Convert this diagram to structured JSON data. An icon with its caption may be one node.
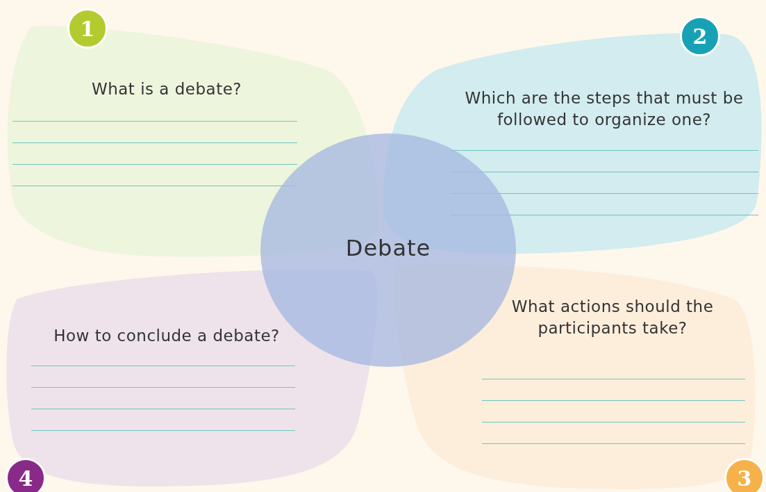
{
  "diagram": {
    "nodes": [
      {
        "text": [
          "1"
        ]
      },
      {
        "text": [
          "What is a debate?"
        ]
      },
      {
        "text": [
          "2"
        ]
      },
      {
        "text": [
          "Which are the steps that must be followed to organize one?"
        ]
      },
      {
        "text": [
          "Debate"
        ]
      },
      {
        "text": [
          "What actions should the participants take?"
        ]
      },
      {
        "text": [
          "How to conclude a debate?"
        ]
      },
      {
        "text": [
          "4"
        ]
      },
      {
        "text": [
          "3"
        ]
      }
    ]
  }
}
